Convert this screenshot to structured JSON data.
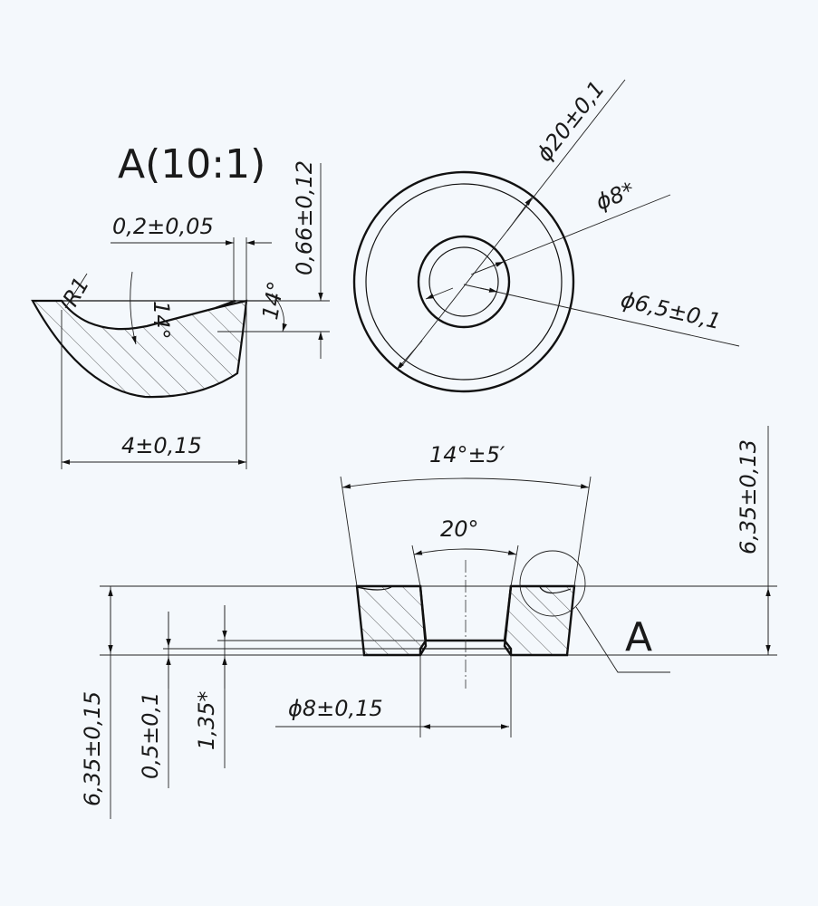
{
  "detail_view": {
    "title": "A(10:1)",
    "dims": {
      "radius": "R1",
      "angle_14": "14°",
      "angle_14_top": "14°",
      "offset": "0,2±0,05",
      "depth": "0,66±0,12",
      "width": "4±0,15"
    }
  },
  "top_view": {
    "dims": {
      "outer_dia": "ϕ20±0,1",
      "bore_dia": "ϕ8*",
      "inner_dia": "ϕ6,5±0,1"
    }
  },
  "section_view": {
    "callout": "A",
    "dims": {
      "taper_angle": "14°±5′",
      "cone_angle": "20°",
      "height_right": "6,35±0,13",
      "height_left": "6,35±0,15",
      "step": "0,5±0,1",
      "counterbore": "1,35*",
      "hole_dia": "ϕ8±0,15"
    }
  }
}
